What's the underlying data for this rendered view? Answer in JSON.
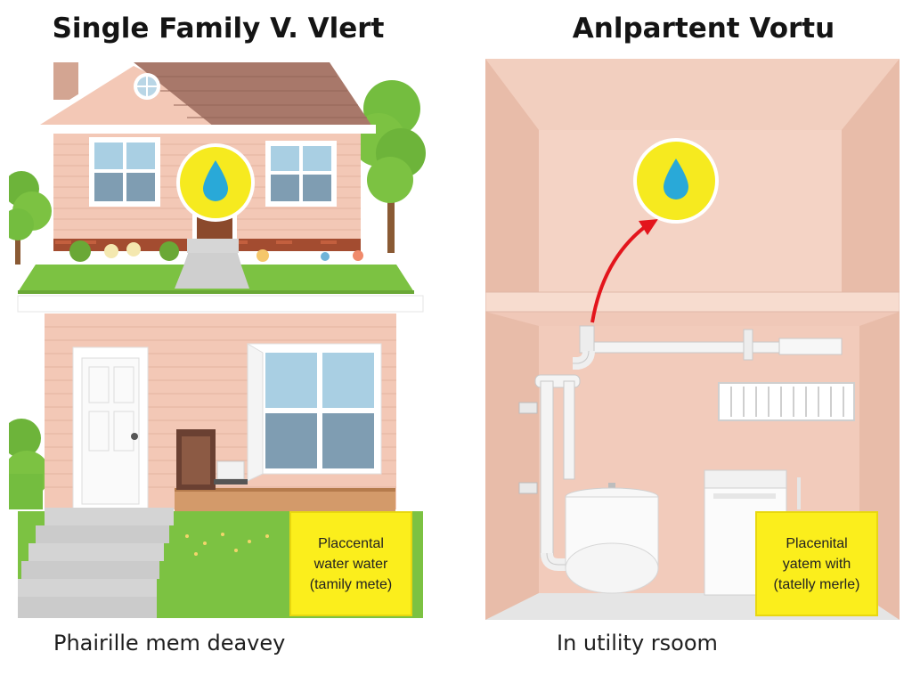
{
  "titles": {
    "left": "Single Family V. Vlert",
    "right": "Anlpartent Vortu"
  },
  "notes": {
    "left": [
      "Placcental",
      "water water",
      "(tamily mete)"
    ],
    "right": [
      "Placenital",
      "yatem with",
      "(tatelly merle)"
    ]
  },
  "captions": {
    "left": "Phairille mem  deavey",
    "right": "In utility rsoom"
  },
  "icons": {
    "meter_left": "water-drop-icon",
    "meter_right": "water-drop-icon",
    "arrow": "red-arrow"
  },
  "colors": {
    "marker_yellow": "#f6ea1f",
    "drop_blue": "#29a9d8",
    "arrow_red": "#e3151c",
    "wall_pink": "#f0c8b8",
    "siding_pink": "#f3c8b6",
    "grass_green": "#7cc242"
  }
}
